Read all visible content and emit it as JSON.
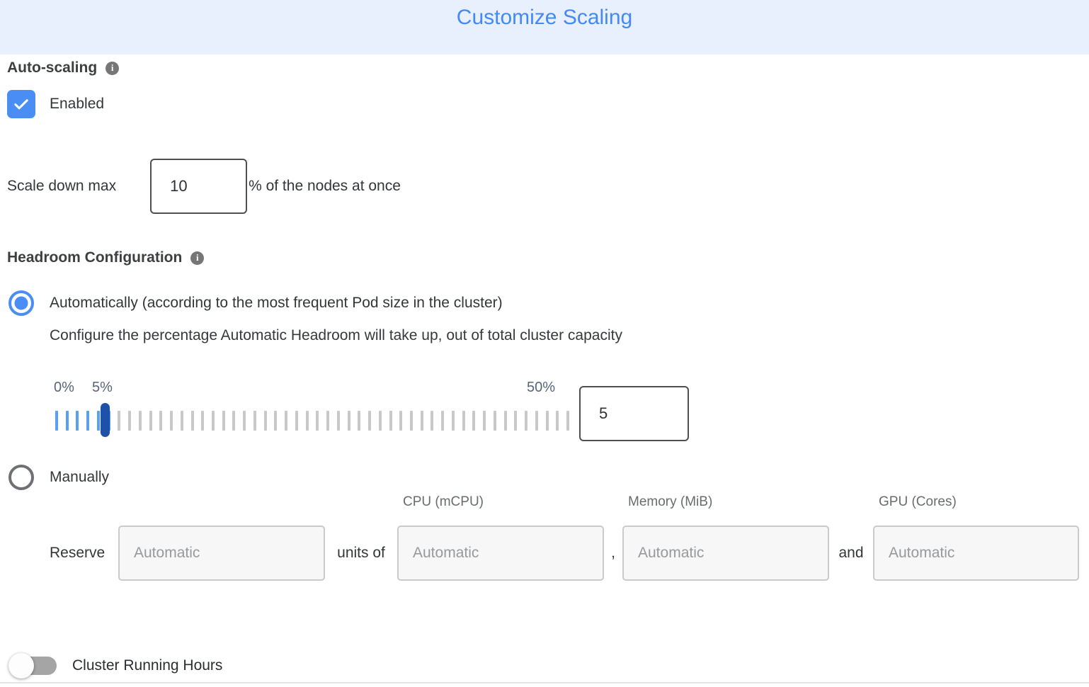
{
  "header": {
    "title": "Customize Scaling"
  },
  "auto_scaling": {
    "section_label": "Auto-scaling",
    "checkbox_label": "Enabled",
    "checkbox_checked": true
  },
  "scale_down": {
    "prefix_label": "Scale down max",
    "value": "10",
    "suffix_label": "% of the nodes at once"
  },
  "headroom": {
    "section_label": "Headroom Configuration",
    "options": {
      "automatic": {
        "label": "Automatically (according to the most frequent Pod size in the cluster)",
        "selected": true,
        "description": "Configure the percentage Automatic Headroom will take up, out of total cluster capacity"
      },
      "manual": {
        "label": "Manually",
        "selected": false
      }
    },
    "slider": {
      "min_label": "0%",
      "handle_label": "5%",
      "max_label": "50%",
      "value": "5",
      "tick_count": 50,
      "active_tick_count": 6
    }
  },
  "reserve": {
    "row_label": "Reserve",
    "connector_units": "units of",
    "connector_comma": ",",
    "connector_and": "and",
    "base_placeholder": "Automatic",
    "columns": [
      {
        "header": "CPU (mCPU)",
        "placeholder": "Automatic"
      },
      {
        "header": "Memory (MiB)",
        "placeholder": "Automatic"
      },
      {
        "header": "GPU (Cores)",
        "placeholder": "Automatic"
      }
    ]
  },
  "cluster_running_hours": {
    "label": "Cluster Running Hours",
    "enabled": false
  },
  "icons": {
    "info": "info-icon",
    "checkmark": "checkmark-icon"
  },
  "colors": {
    "accent_blue": "#4489f4",
    "header_background": "#e8effd",
    "checkbox_blue": "#4a8ef5",
    "slider_tick_blue": "#5aa0f2",
    "slider_tick_gray": "#c8c8c8",
    "slider_handle_blue": "#1d52a8",
    "toggle_track_gray": "#a5a5a5"
  }
}
